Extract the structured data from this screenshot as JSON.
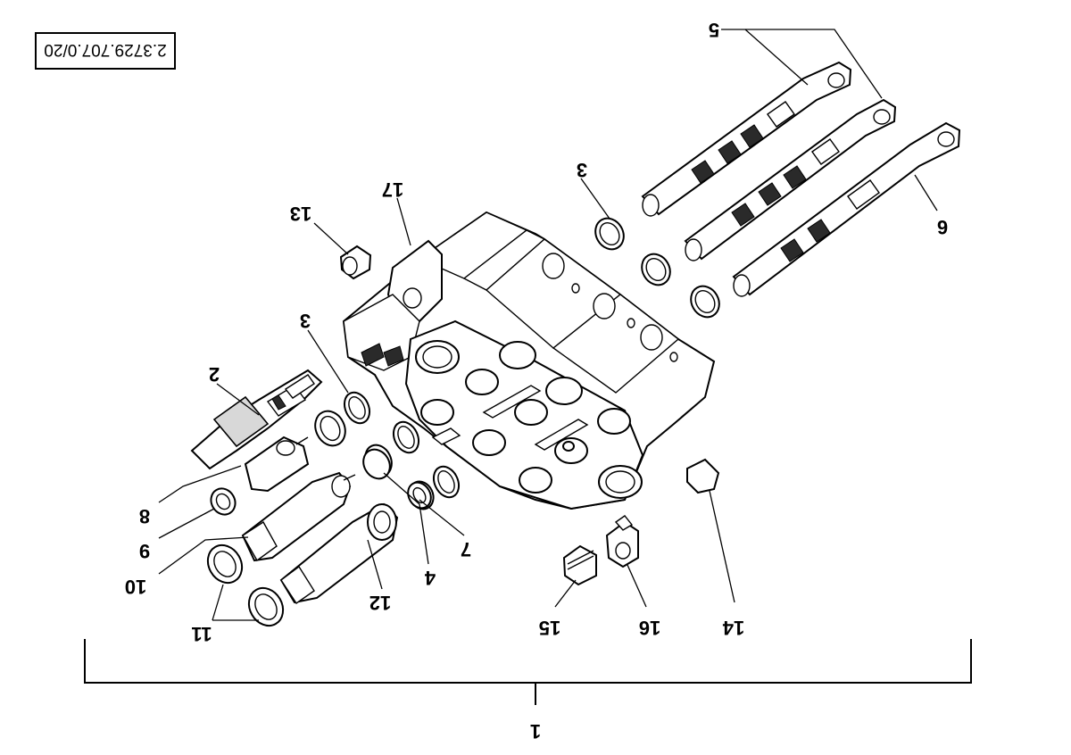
{
  "drawing": {
    "reference_number": "2.3729.707.0/20",
    "orientation": "rotated-180",
    "callouts": [
      {
        "id": "1",
        "label": "1"
      },
      {
        "id": "2",
        "label": "2"
      },
      {
        "id": "3a",
        "label": "3"
      },
      {
        "id": "3b",
        "label": "3"
      },
      {
        "id": "4",
        "label": "4"
      },
      {
        "id": "5",
        "label": "5"
      },
      {
        "id": "6",
        "label": "6"
      },
      {
        "id": "7",
        "label": "7"
      },
      {
        "id": "8",
        "label": "8"
      },
      {
        "id": "9",
        "label": "9"
      },
      {
        "id": "10",
        "label": "10"
      },
      {
        "id": "11",
        "label": "11"
      },
      {
        "id": "12",
        "label": "12"
      },
      {
        "id": "13",
        "label": "13"
      },
      {
        "id": "14",
        "label": "14"
      },
      {
        "id": "15",
        "label": "15"
      },
      {
        "id": "16",
        "label": "16"
      },
      {
        "id": "17",
        "label": "17"
      }
    ]
  },
  "colors": {
    "line": "#000000",
    "background": "#ffffff"
  }
}
